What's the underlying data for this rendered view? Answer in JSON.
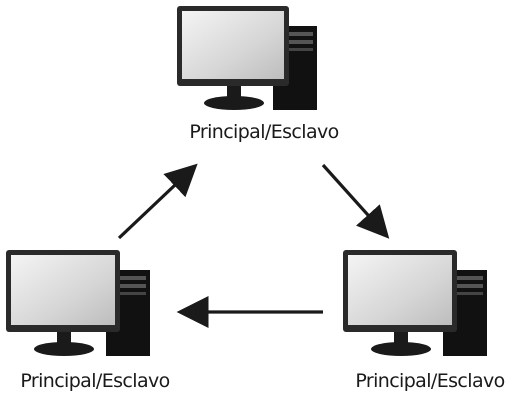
{
  "diagram": {
    "nodes": [
      {
        "id": "top",
        "label": "Principal/Esclavo",
        "icon": "desktop-computer-icon"
      },
      {
        "id": "left",
        "label": "Principal/Esclavo",
        "icon": "desktop-computer-icon"
      },
      {
        "id": "right",
        "label": "Principal/Esclavo",
        "icon": "desktop-computer-icon"
      }
    ],
    "edges": [
      {
        "from": "left",
        "to": "top"
      },
      {
        "from": "top",
        "to": "right"
      },
      {
        "from": "right",
        "to": "left"
      }
    ],
    "colors": {
      "arrow": "#1a1a1a",
      "text": "#1a1a1a",
      "monitor_frame": "#2a2a2a",
      "tower": "#111111"
    }
  }
}
